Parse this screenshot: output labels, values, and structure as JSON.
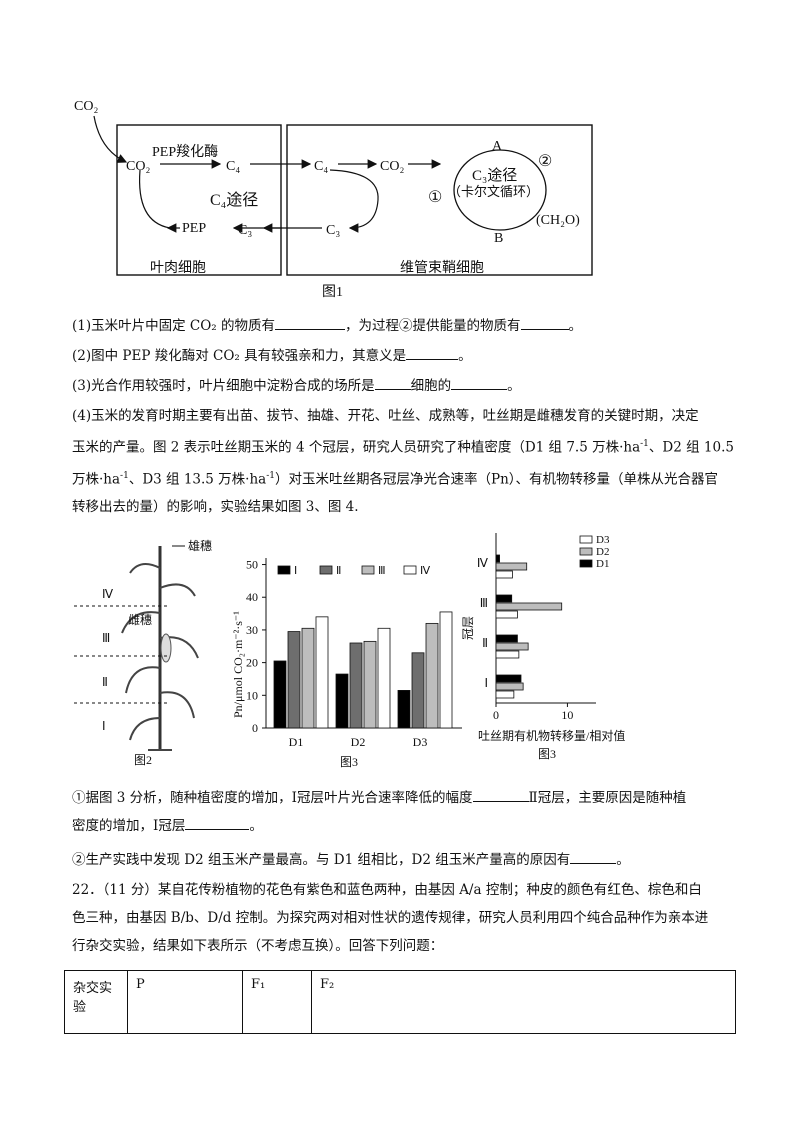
{
  "fig1": {
    "co2_in": "CO₂",
    "co2_left": "CO₂",
    "pep_enzyme": "PEP羧化酶",
    "c4_a": "C₄",
    "c4_b": "C₄",
    "c4_path": "C₄途径",
    "pep": "PEP",
    "c3_a": "C₃",
    "c3_b": "C₃",
    "co2_right": "CO₂",
    "A": "A",
    "c3_path": "C₃途径",
    "calvin": "（卡尔文循环）",
    "circle1": "①",
    "circle2": "②",
    "ch2o": "(CH₂O)",
    "B": "B",
    "mesophyll": "叶肉细胞",
    "bundle_sheath": "维管束鞘细胞",
    "caption": "图1"
  },
  "questions": {
    "q1a": "(1)玉米叶片中固定 CO₂ 的物质有",
    "q1b": "，为过程②提供能量的物质有",
    "q1c": "。",
    "q2a": "(2)图中 PEP 羧化酶对 CO₂ 具有较强亲和力，其意义是",
    "q2b": "。",
    "q3a": "(3)光合作用较强时，叶片细胞中淀粉合成的场所是",
    "q3b": "细胞的",
    "q3c": "。",
    "q4_line1": "(4)玉米的发育时期主要有出苗、拔节、抽雄、开花、吐丝、成熟等，吐丝期是雌穗发育的关键时期，决定",
    "q4_line2a": "玉米的产量。图 2 表示吐丝期玉米的 4 个冠层，研究人员研究了种植密度（D1 组 7.5 万株·ha",
    "q4_sup1": "-1",
    "q4_line2b": "、D2 组 10.5",
    "q4_line3a": "万株·ha",
    "q4_sup2": "-1",
    "q4_line3b": "、D3 组 13.5 万株·ha",
    "q4_sup3": "-1",
    "q4_line3c": "）对玉米吐丝期各冠层净光合速率（Pn）、有机物转移量（单株从光合器官",
    "q4_line4": "转移出去的量）的影响，实验结果如图 3、图 4.",
    "sub1a": "①据图 3 分析，随种植密度的增加，Ⅰ冠层叶片光合速率降低的幅度",
    "sub1b": "Ⅱ冠层，主要原因是随种植",
    "sub1c": "密度的增加，Ⅰ冠层",
    "sub1d": "。",
    "sub2a": "②生产实践中发现 D2 组玉米产量最高。与 D1 组相比，D2 组玉米产量高的原因有",
    "sub2b": "。",
    "q22_line1": "22．（11 分）某自花传粉植物的花色有紫色和蓝色两种，由基因 A/a 控制；种皮的颜色有红色、棕色和白",
    "q22_line2": "色三种，由基因 B/b、D/d 控制。为探究两对相对性状的遗传规律，研究人员利用四个纯合品种作为亲本进",
    "q22_line3": "行杂交实验，结果如下表所示（不考虑互换）。回答下列问题："
  },
  "fig2": {
    "male": "雄穗",
    "female": "雌穗",
    "layers": [
      "Ⅳ",
      "Ⅲ",
      "Ⅱ",
      "Ⅰ"
    ],
    "caption": "图2"
  },
  "chart_data": [
    {
      "type": "bar",
      "caption": "图3",
      "categories": [
        "D1",
        "D2",
        "D3"
      ],
      "series": [
        {
          "name": "Ⅰ",
          "values": [
            20.5,
            16.5,
            11.5
          ],
          "color": "#000000"
        },
        {
          "name": "Ⅱ",
          "values": [
            29.5,
            26,
            23
          ],
          "color": "#6e6e6e"
        },
        {
          "name": "Ⅲ",
          "values": [
            30.5,
            26.5,
            32
          ],
          "color": "#bdbdbd"
        },
        {
          "name": "Ⅳ",
          "values": [
            34,
            30.5,
            35.5
          ],
          "color": "#ffffff"
        }
      ],
      "ylabel": "Pn/μmol CO₂·m⁻²·s⁻¹",
      "yticks": [
        "0",
        "10",
        "20",
        "30",
        "40",
        "50"
      ],
      "ylim": [
        0,
        52
      ]
    },
    {
      "type": "bar",
      "orientation": "horizontal",
      "caption": "图3",
      "categories": [
        "Ⅰ",
        "Ⅱ",
        "Ⅲ",
        "Ⅳ"
      ],
      "series": [
        {
          "name": "D1",
          "values": [
            3.5,
            3.0,
            2.2,
            0.5
          ],
          "color": "#000000"
        },
        {
          "name": "D2",
          "values": [
            3.8,
            4.5,
            9.2,
            4.3
          ],
          "color": "#bdbdbd"
        },
        {
          "name": "D3",
          "values": [
            2.5,
            3.2,
            3.0,
            2.3
          ],
          "color": "#ffffff"
        }
      ],
      "xlabel": "吐丝期有机物转移量/相对值",
      "ylabel": "冠层",
      "xticks": [
        "0",
        "10"
      ],
      "xlim": [
        0,
        14
      ]
    }
  ],
  "table": {
    "h1": "杂交实验",
    "h2": "P",
    "h3": "F₁",
    "h4": "F₂"
  }
}
